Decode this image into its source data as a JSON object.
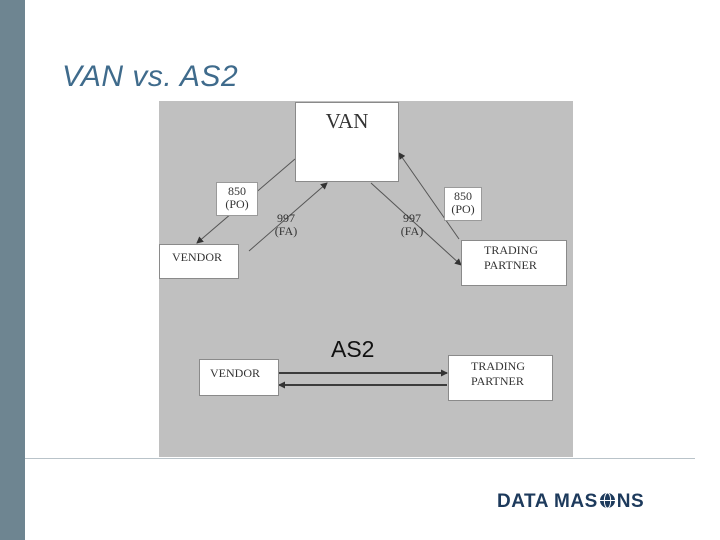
{
  "title": "VAN vs. AS2",
  "diagram": {
    "van_box": "VAN",
    "vendor_top": "VENDOR",
    "trading_partner_top_line1": "TRADING",
    "trading_partner_top_line2": "PARTNER",
    "left_850_line1": "850",
    "left_850_line2": "(PO)",
    "left_997_line1": "997",
    "left_997_line2": "(FA)",
    "right_997_line1": "997",
    "right_997_line2": "(FA)",
    "right_850_line1": "850",
    "right_850_line2": "(PO)",
    "as2_label": "AS2",
    "vendor_bottom": "VENDOR",
    "trading_partner_bottom_line1": "TRADING",
    "trading_partner_bottom_line2": "PARTNER"
  },
  "logo": {
    "text_before": "DATA MAS",
    "text_after": "NS"
  },
  "colors": {
    "sidebar": "#6e8591",
    "title": "#3f6b8c",
    "panel": "#c0c0c0",
    "logo": "#1d3a5c"
  }
}
